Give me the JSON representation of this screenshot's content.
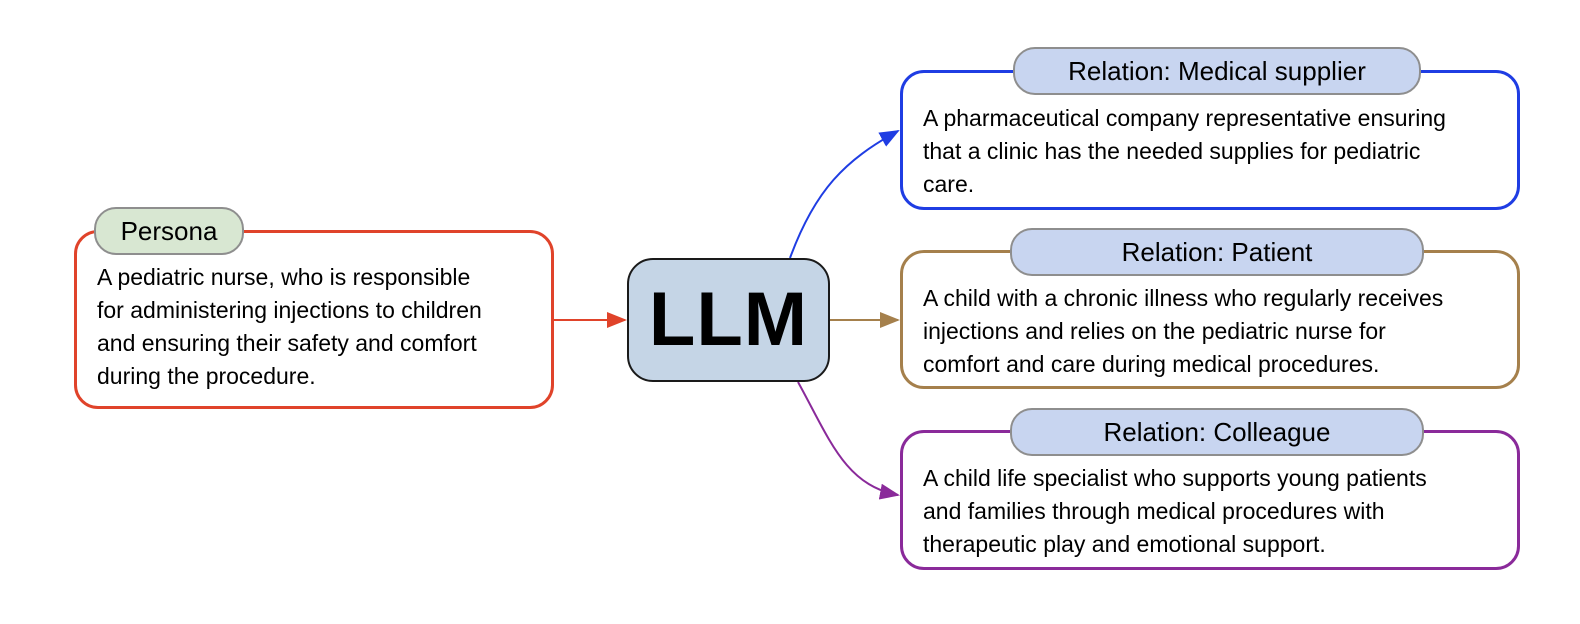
{
  "persona": {
    "tag": "Persona",
    "lines": [
      "A pediatric nurse, who is responsible",
      "for administering injections to children",
      "and ensuring their safety and comfort",
      "during the procedure."
    ]
  },
  "center": {
    "label": "LLM"
  },
  "relations": [
    {
      "tag": "Relation: Medical supplier",
      "lines": [
        "A pharmaceutical company representative ensuring",
        "that a clinic has the needed supplies for pediatric",
        "care."
      ],
      "color": "#1f3de3"
    },
    {
      "tag": "Relation: Patient",
      "lines": [
        "A child with a chronic illness who regularly receives",
        "injections and relies on the pediatric nurse for",
        "comfort and care during medical procedures."
      ],
      "color": "#a5804c"
    },
    {
      "tag": "Relation: Colleague",
      "lines": [
        "A child life specialist who supports young patients",
        "and families through medical procedures with",
        "therapeutic play and emotional support."
      ],
      "color": "#8a2a9a"
    }
  ],
  "colors": {
    "persona_border": "#e0432a",
    "persona_tag_fill": "#d8e7d2",
    "llm_fill": "#c5d5e6",
    "relation_tag_fill": "#c8d5f0"
  }
}
